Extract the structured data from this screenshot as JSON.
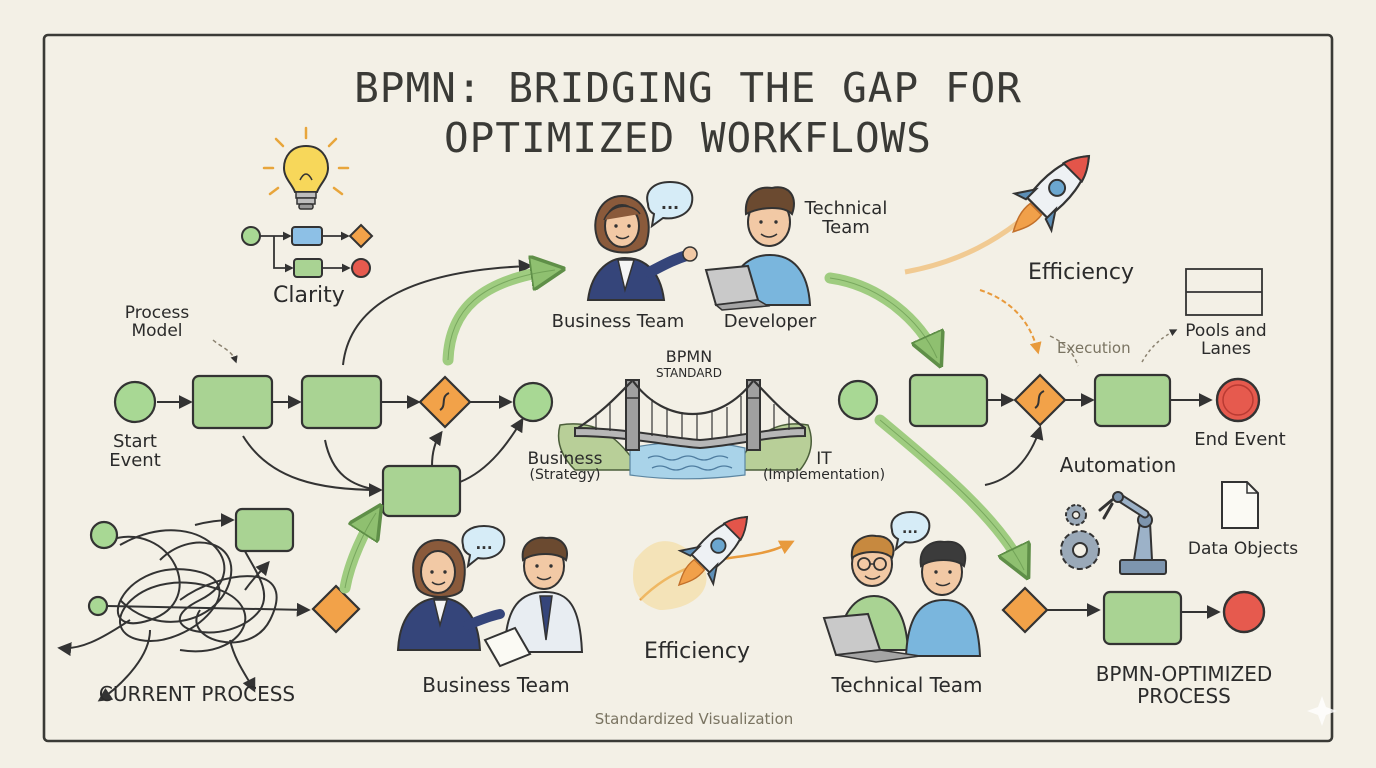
{
  "title": {
    "line1": "BPMN: BRIDGING THE GAP FOR",
    "line2": "OPTIMIZED WORKFLOWS"
  },
  "labels": {
    "clarity": "Clarity",
    "process_model": [
      "Process",
      "Model"
    ],
    "start_event": [
      "Start",
      "Event"
    ],
    "current_process": "CURRENT PROCESS",
    "business_team_top": "Business Team",
    "developer": "Developer",
    "technical_team_top": [
      "Technical",
      "Team"
    ],
    "bpmn": "BPMN",
    "standard": "STANDARD",
    "business": "Business",
    "strategy": "(Strategy)",
    "it": "IT",
    "implementation": "(Implementation)",
    "efficiency_top": "Efficiency",
    "execution": "Execution",
    "pools_and_lanes": [
      "Pools and",
      "Lanes"
    ],
    "end_event": "End Event",
    "automation": "Automation",
    "data_objects": "Data Objects",
    "business_team_bottom": "Business Team",
    "efficiency_bottom": "Efficiency",
    "technical_team_bottom": "Technical Team",
    "optimized_process": [
      "BPMN-OPTIMIZED",
      "PROCESS"
    ],
    "standardized_visualization": "Standardized Visualization",
    "speech_bubble": "..."
  },
  "icons": [
    "lightbulb-icon",
    "flowchart-icon",
    "rocket-icon",
    "bridge-icon",
    "laptop-icon",
    "gear-icon",
    "robot-arm-icon",
    "document-icon",
    "pools-lanes-icon",
    "speech-bubble-icon"
  ],
  "colors": {
    "background": "#f3f0e6",
    "border": "#3a3a36",
    "task_fill": "#a9d393",
    "task_stroke": "#4a6b3a",
    "event_start": "#a8d894",
    "event_end": "#e65a4e",
    "gateway": "#f2a249",
    "flow_arrow": "#9fcc80",
    "ink": "#333333"
  }
}
